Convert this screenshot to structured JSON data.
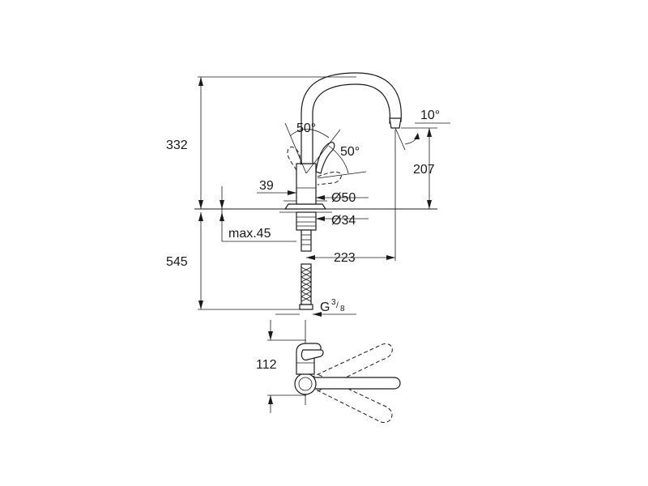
{
  "dimensions": {
    "total_height": "332",
    "spout_height": "207",
    "spout_reach": "223",
    "lever_angle_top": "50°",
    "lever_angle_side": "50°",
    "spout_tilt": "10°",
    "lever_offset": "39",
    "base_diameter": "Ø50",
    "hole_diameter": "Ø34",
    "max_deck": "max.45",
    "hose_length": "545",
    "connection_prefix": "G",
    "connection_num": "3",
    "connection_den": "8",
    "top_depth": "112"
  }
}
